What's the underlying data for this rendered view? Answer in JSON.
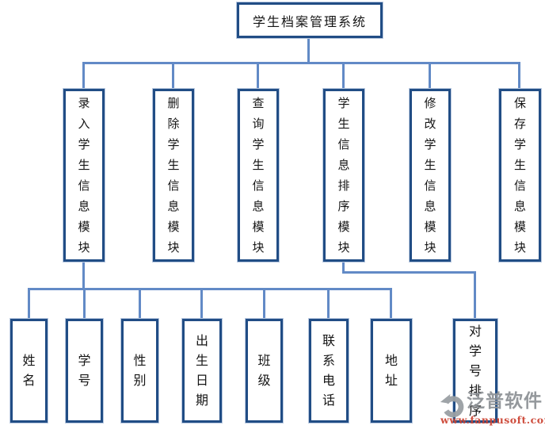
{
  "colors": {
    "background": "#ffffff",
    "box_border": "#214d85",
    "box_halo": "#b9c9e0",
    "connector": "#628ac6",
    "text": "#151515",
    "watermark_gray": "#8f9397",
    "watermark_red": "#cc4433"
  },
  "diagram": {
    "root": {
      "label": "学生档案管理系统"
    },
    "modules": [
      {
        "label": "录入学生信息模块"
      },
      {
        "label": "删除学生信息模块"
      },
      {
        "label": "查询学生信息模块"
      },
      {
        "label": "学生信息排序模块"
      },
      {
        "label": "修改学生信息模块"
      },
      {
        "label": "保存学生信息模块"
      }
    ],
    "fields": [
      {
        "label": "姓名"
      },
      {
        "label": "学号"
      },
      {
        "label": "性别"
      },
      {
        "label": "出生日期"
      },
      {
        "label": "班级"
      },
      {
        "label": "联系电话"
      },
      {
        "label": "地址"
      },
      {
        "label": "对学号排序"
      }
    ]
  },
  "watermark": {
    "brand": "泛普软件",
    "url": "www.fanpusoft.com",
    "logo_icon": "fanpu-logo-icon"
  }
}
